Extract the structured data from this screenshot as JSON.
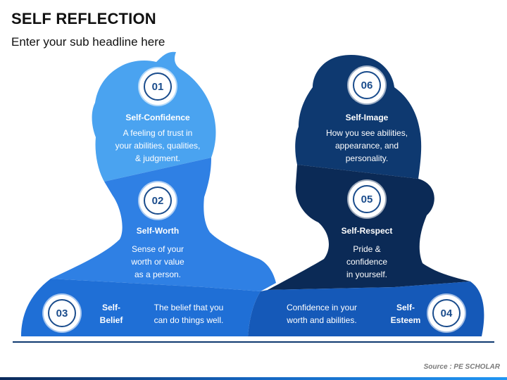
{
  "header": {
    "title": "SELF REFLECTION",
    "subtitle": "Enter your sub headline here"
  },
  "colors": {
    "sky": "#4aa3f0",
    "blue": "#2f80e4",
    "royal": "#1f6fd6",
    "navy": "#0e3970",
    "midnight": "#0b2a56",
    "circle_text": "#1a4c8c"
  },
  "items": [
    {
      "number": "01",
      "title": "Self-Confidence",
      "lines": [
        "A feeling of trust in",
        "your abilities, qualities,",
        "& judgment."
      ]
    },
    {
      "number": "02",
      "title": "Self-Worth",
      "lines": [
        "Sense of your",
        "worth or value",
        "as a person."
      ]
    },
    {
      "number": "03",
      "title_lines": [
        "Self-",
        "Belief"
      ],
      "lines": [
        "The belief that you",
        "can do things well."
      ]
    },
    {
      "number": "04",
      "title_lines": [
        "Self-",
        "Esteem"
      ],
      "lines": [
        "Confidence in your",
        "worth and abilities."
      ]
    },
    {
      "number": "05",
      "title": "Self-Respect",
      "lines": [
        "Pride &",
        "confidence",
        "in yourself."
      ]
    },
    {
      "number": "06",
      "title": "Self-Image",
      "lines": [
        "How you see abilities,",
        "appearance, and",
        "personality."
      ]
    }
  ],
  "footer": {
    "source": "Source : PE SCHOLAR"
  }
}
